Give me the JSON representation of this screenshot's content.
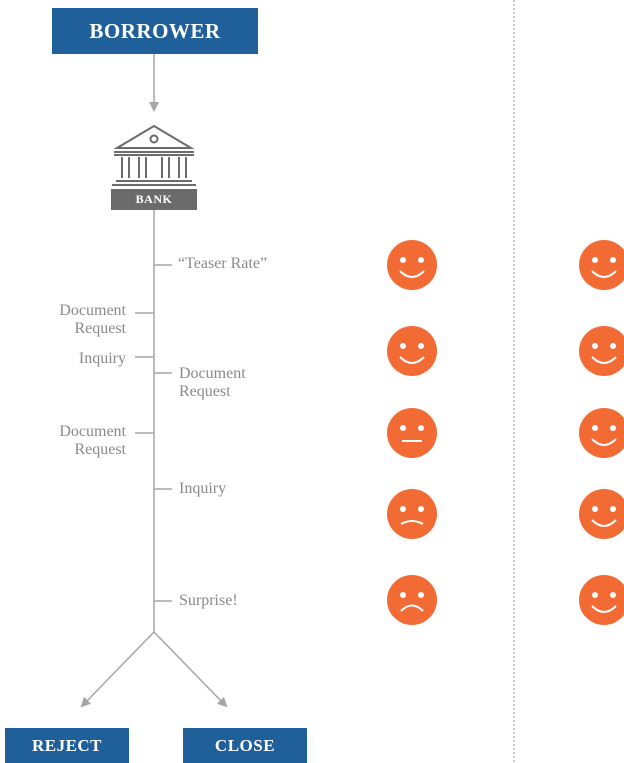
{
  "boxes": {
    "top": "BORROWER",
    "left_outcome": "REJECT",
    "right_outcome": "CLOSE"
  },
  "bank": {
    "label": "BANK",
    "icon": "bank-building-icon"
  },
  "timeline": {
    "right_labels": [
      "“Teaser Rate”",
      "Document\nRequest",
      "Inquiry",
      "Surprise!"
    ],
    "left_labels": [
      "Document\nRequest",
      "Inquiry",
      "Document\nRequest"
    ]
  },
  "faces": {
    "left_column": [
      "smile",
      "smile",
      "neutral",
      "slight-frown",
      "frown"
    ],
    "right_column": [
      "smile",
      "smile",
      "smile",
      "smile",
      "smile"
    ]
  },
  "colors": {
    "box_blue": "#1f5f9a",
    "line_gray": "#a6a6a6",
    "label_gray": "#8a8a8a",
    "face_orange": "#f26b35",
    "bank_gray": "#6b6b6b"
  }
}
